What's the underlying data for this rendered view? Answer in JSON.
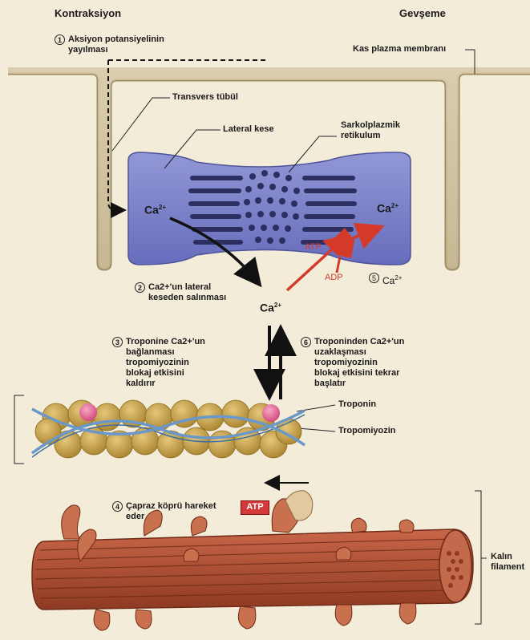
{
  "headers": {
    "left": "Kontraksiyon",
    "right": "Gevşeme"
  },
  "steps": {
    "s1": {
      "num": "1",
      "line1": "Aksiyon potansiyelinin",
      "line2": "yayılması"
    },
    "s2": {
      "num": "2",
      "line1": "Ca2+'un lateral",
      "line2": "keseden salınması"
    },
    "s3": {
      "num": "3",
      "lines": [
        "Troponine Ca2+'un",
        "bağlanması",
        "tropomiyozinin",
        "blokaj etkisini",
        "kaldırır"
      ]
    },
    "s4": {
      "num": "4",
      "line1": "Çapraz köprü hareket",
      "line2": "eder"
    },
    "s5": {
      "num": "5",
      "text": "Ca",
      "sup": "2+"
    },
    "s6": {
      "num": "6",
      "lines": [
        "Troponinden Ca2+'un",
        "uzaklaşması",
        "tropomiyozinin",
        "blokaj etkisini tekrar",
        "başlatır"
      ]
    }
  },
  "labels": {
    "plasma_membrane": "Kas plazma membranı",
    "transverse_tubule": "Transvers tübül",
    "lateral_sac": "Lateral kese",
    "sarcoplasmic_reticulum_l1": "Sarkolplazmik",
    "sarcoplasmic_reticulum_l2": "retikulum",
    "troponin": "Troponin",
    "tropomyosin": "Tropomiyozin",
    "thick_filament_l1": "Kalın",
    "thick_filament_l2": "filament"
  },
  "ions": {
    "ca_left": {
      "text": "Ca",
      "sup": "2+"
    },
    "ca_right": {
      "text": "Ca",
      "sup": "2+"
    },
    "ca_center": {
      "text": "Ca",
      "sup": "2+"
    },
    "atp_red": "ATP",
    "adp_red": "ADP",
    "atp_box": "ATP"
  },
  "colors": {
    "background": "#f3ecd9",
    "membrane": "#c9b995",
    "reticulum": "#7a80c4",
    "actin_bead": "#c9a24a",
    "troponin": "#e56b9a",
    "tropomyosin": "#6a98c8",
    "myosin": "#b5553a",
    "atp_pump": "#d43a2a"
  }
}
